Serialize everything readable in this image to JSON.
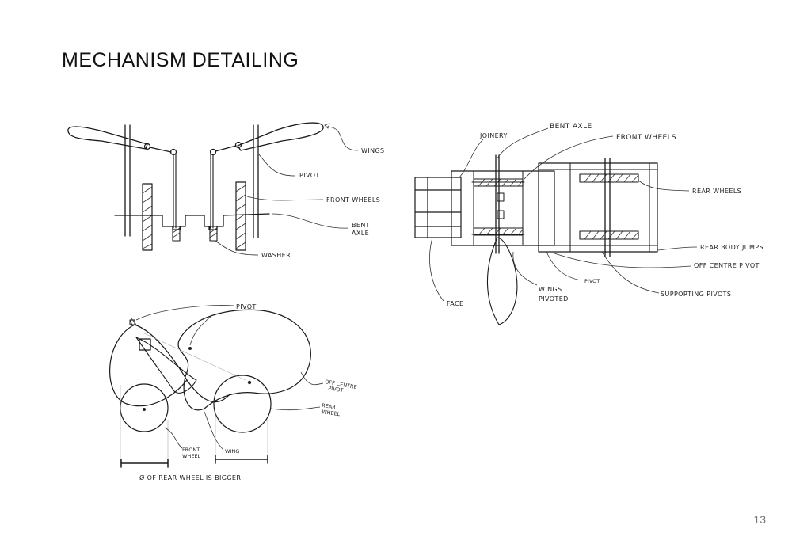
{
  "page": {
    "title": "MECHANISM DETAILING",
    "page_number": "13"
  },
  "front_view": {
    "labels": {
      "wings": "WINGS",
      "pivot": "PIVOT",
      "front_wheels": "FRONT WHEELS",
      "bent_axle_1": "BENT",
      "bent_axle_2": "AXLE",
      "washer": "WASHER"
    }
  },
  "top_view": {
    "labels": {
      "joinery": "JOINERY",
      "bent_axle": "BENT AXLE",
      "front_wheels": "FRONT WHEELS",
      "rear_wheels": "REAR WHEELS",
      "rear_body_jumps": "REAR BODY JUMPS",
      "off_centre_pivot": "OFF CENTRE PIVOT",
      "pivot": "PIVOT",
      "supporting_pivots": "SUPPORTING PIVOTS",
      "wings_pivoted_1": "WINGS",
      "wings_pivoted_2": "PIVOTED",
      "face": "FACE"
    }
  },
  "side_view": {
    "labels": {
      "pivot": "PIVOT",
      "off_centre_pivot_1": "OFF CENTRE",
      "off_centre_pivot_2": "PIVOT",
      "rear_wheel_1": "REAR",
      "rear_wheel_2": "WHEEL",
      "front_wheel_1": "FRONT",
      "front_wheel_2": "WHEEL",
      "wing": "WING",
      "note": "Ø  OF  REAR  WHEEL  IS  BIGGER"
    }
  }
}
